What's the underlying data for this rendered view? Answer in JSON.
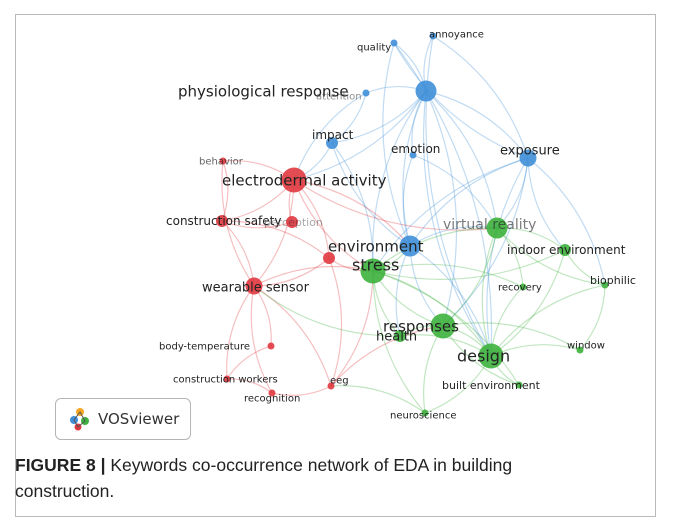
{
  "diagram": {
    "colors": {
      "red": "#e0383f",
      "blue": "#3f8fd8",
      "green": "#3db13d"
    },
    "nodes": [
      {
        "id": "quality",
        "label": "quality",
        "cluster": "blue",
        "weight": 1
      },
      {
        "id": "annoyance",
        "label": "annoyance",
        "cluster": "blue",
        "weight": 1
      },
      {
        "id": "attention",
        "label": "attention",
        "cluster": "blue",
        "weight": 1
      },
      {
        "id": "physiological_response",
        "label": "physiological response",
        "cluster": "blue",
        "weight": 4
      },
      {
        "id": "impact",
        "label": "impact",
        "cluster": "blue",
        "weight": 2
      },
      {
        "id": "emotion",
        "label": "emotion",
        "cluster": "blue",
        "weight": 1
      },
      {
        "id": "exposure",
        "label": "exposure",
        "cluster": "blue",
        "weight": 3
      },
      {
        "id": "environment",
        "label": "environment",
        "cluster": "blue",
        "weight": 4
      },
      {
        "id": "behavior",
        "label": "behavior",
        "cluster": "red",
        "weight": 1
      },
      {
        "id": "electrodermal_activity",
        "label": "electrodermal activity",
        "cluster": "red",
        "weight": 5
      },
      {
        "id": "construction_safety",
        "label": "construction safety",
        "cluster": "red",
        "weight": 2
      },
      {
        "id": "perception",
        "label": "perception",
        "cluster": "red",
        "weight": 2
      },
      {
        "id": "wearable_sensor",
        "label": "wearable sensor",
        "cluster": "red",
        "weight": 3
      },
      {
        "id": "red_hub",
        "label": "",
        "cluster": "red",
        "weight": 2
      },
      {
        "id": "body_temperature",
        "label": "body-temperature",
        "cluster": "red",
        "weight": 1
      },
      {
        "id": "construction_workers",
        "label": "construction workers",
        "cluster": "red",
        "weight": 1
      },
      {
        "id": "recognition",
        "label": "recognition",
        "cluster": "red",
        "weight": 1
      },
      {
        "id": "eeg",
        "label": "eeg",
        "cluster": "red",
        "weight": 1
      },
      {
        "id": "stress",
        "label": "stress",
        "cluster": "green",
        "weight": 5
      },
      {
        "id": "virtual_reality",
        "label": "virtual reality",
        "cluster": "green",
        "weight": 4
      },
      {
        "id": "indoor_environment",
        "label": "indoor environment",
        "cluster": "green",
        "weight": 2
      },
      {
        "id": "biophilic",
        "label": "biophilic",
        "cluster": "green",
        "weight": 1
      },
      {
        "id": "recovery",
        "label": "recovery",
        "cluster": "green",
        "weight": 1
      },
      {
        "id": "health",
        "label": "health",
        "cluster": "green",
        "weight": 2
      },
      {
        "id": "responses",
        "label": "responses",
        "cluster": "green",
        "weight": 5
      },
      {
        "id": "design",
        "label": "design",
        "cluster": "green",
        "weight": 5
      },
      {
        "id": "window",
        "label": "window",
        "cluster": "green",
        "weight": 1
      },
      {
        "id": "built_environment",
        "label": "built environment",
        "cluster": "green",
        "weight": 1
      },
      {
        "id": "neuroscience",
        "label": "neuroscience",
        "cluster": "green",
        "weight": 1
      }
    ]
  },
  "logo": {
    "text": "VOSviewer"
  },
  "caption": {
    "label": "FIGURE 8 |",
    "text": " Keywords co-occurrence network of EDA in building construction."
  }
}
